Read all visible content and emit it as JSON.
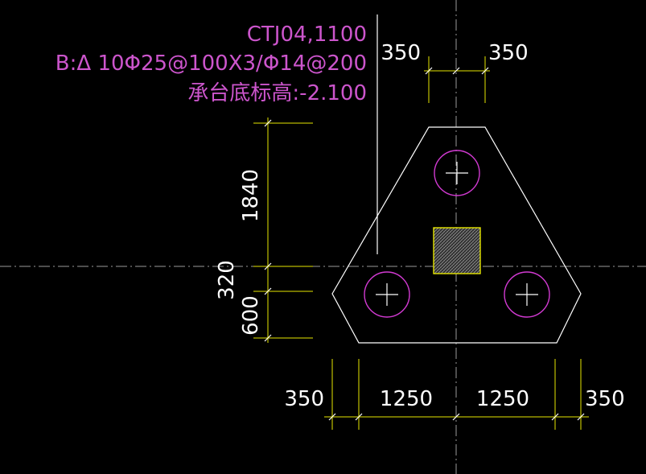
{
  "annotation": {
    "line1": "CTJ04,1100",
    "line2": "B:Δ 10Φ25@100X3/Φ14@200",
    "line3": "承台底标高:-2.100"
  },
  "dimensions": {
    "top_left": "350",
    "top_right": "350",
    "vert_1840": "1840",
    "vert_320": "320",
    "vert_600": "600",
    "bottom_left_edge": "350",
    "bottom_left_span": "1250",
    "bottom_right_span": "1250",
    "bottom_right_edge": "350"
  },
  "colors": {
    "background": "#000000",
    "dimension": "#e6e600",
    "outline": "#ffffff",
    "pile": "#d23ad2",
    "annotation": "#cc55cc",
    "column": "#e6e600",
    "axis": "#9a9a9a"
  }
}
